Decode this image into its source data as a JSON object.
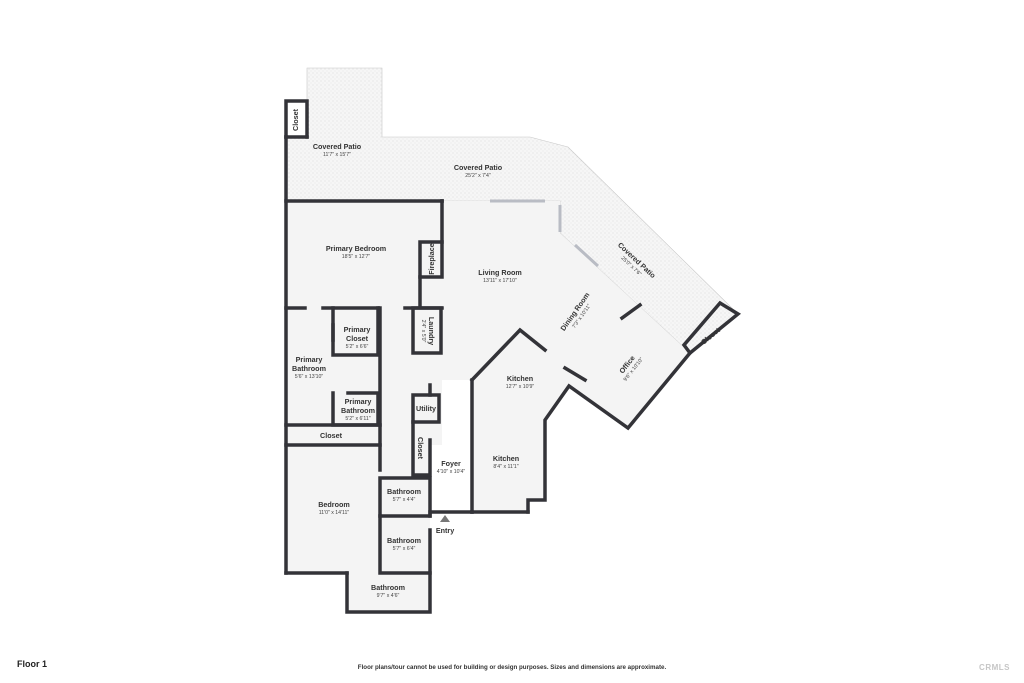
{
  "floor_label": "Floor 1",
  "disclaimer": "Floor plans/tour cannot be used for building or design purposes. Sizes and dimensions are approximate.",
  "logo_text": "CRMLS",
  "rooms": {
    "patio_left": {
      "name": "Covered Patio",
      "dim": "11'7\" x 15'7\""
    },
    "patio_mid": {
      "name": "Covered Patio",
      "dim": "25'2\" x 7'4\""
    },
    "patio_diag": {
      "name": "Covered Patio",
      "dim": "25'0\" x 7'6\""
    },
    "closet_top": {
      "name": "Closet"
    },
    "primary_bedroom": {
      "name": "Primary Bedroom",
      "dim": "18'5\" x 12'7\""
    },
    "fireplace": {
      "name": "Fireplace"
    },
    "living_room": {
      "name": "Living Room",
      "dim": "13'11\" x 17'10\""
    },
    "dining_room": {
      "name": "Dining Room",
      "dim": "7'3\" x 10'11\""
    },
    "closet_right": {
      "name": "Closet"
    },
    "office": {
      "name": "Office",
      "dim": "9'6\" x 10'10\""
    },
    "primary_closet": {
      "name1": "Primary",
      "name2": "Closet",
      "dim": "5'2\" x 6'6\""
    },
    "laundry": {
      "name": "Laundry",
      "dim": "2'4\" x 5'0\""
    },
    "primary_bathroom": {
      "name1": "Primary",
      "name2": "Bathroom",
      "dim": "5'6\" x 13'10\""
    },
    "primary_bathroom_small": {
      "name1": "Primary",
      "name2": "Bathroom",
      "dim": "5'2\" x 6'11\""
    },
    "kitchen_top": {
      "name": "Kitchen",
      "dim": "12'7\" x 10'9\""
    },
    "utility": {
      "name": "Utility"
    },
    "closet_hall": {
      "name": "Closet"
    },
    "closet_mid": {
      "name": "Closet"
    },
    "foyer": {
      "name": "Foyer",
      "dim": "4'10\" x 10'4\""
    },
    "kitchen_bottom": {
      "name": "Kitchen",
      "dim": "8'4\" x 11'1\""
    },
    "bedroom": {
      "name": "Bedroom",
      "dim": "11'0\" x 14'11\""
    },
    "bathroom_1": {
      "name": "Bathroom",
      "dim": "5'7\" x 4'4\""
    },
    "bathroom_2": {
      "name": "Bathroom",
      "dim": "5'7\" x 6'4\""
    },
    "bathroom_3": {
      "name": "Bathroom",
      "dim": "9'7\" x 4'6\""
    },
    "entry": {
      "name": "Entry"
    }
  }
}
